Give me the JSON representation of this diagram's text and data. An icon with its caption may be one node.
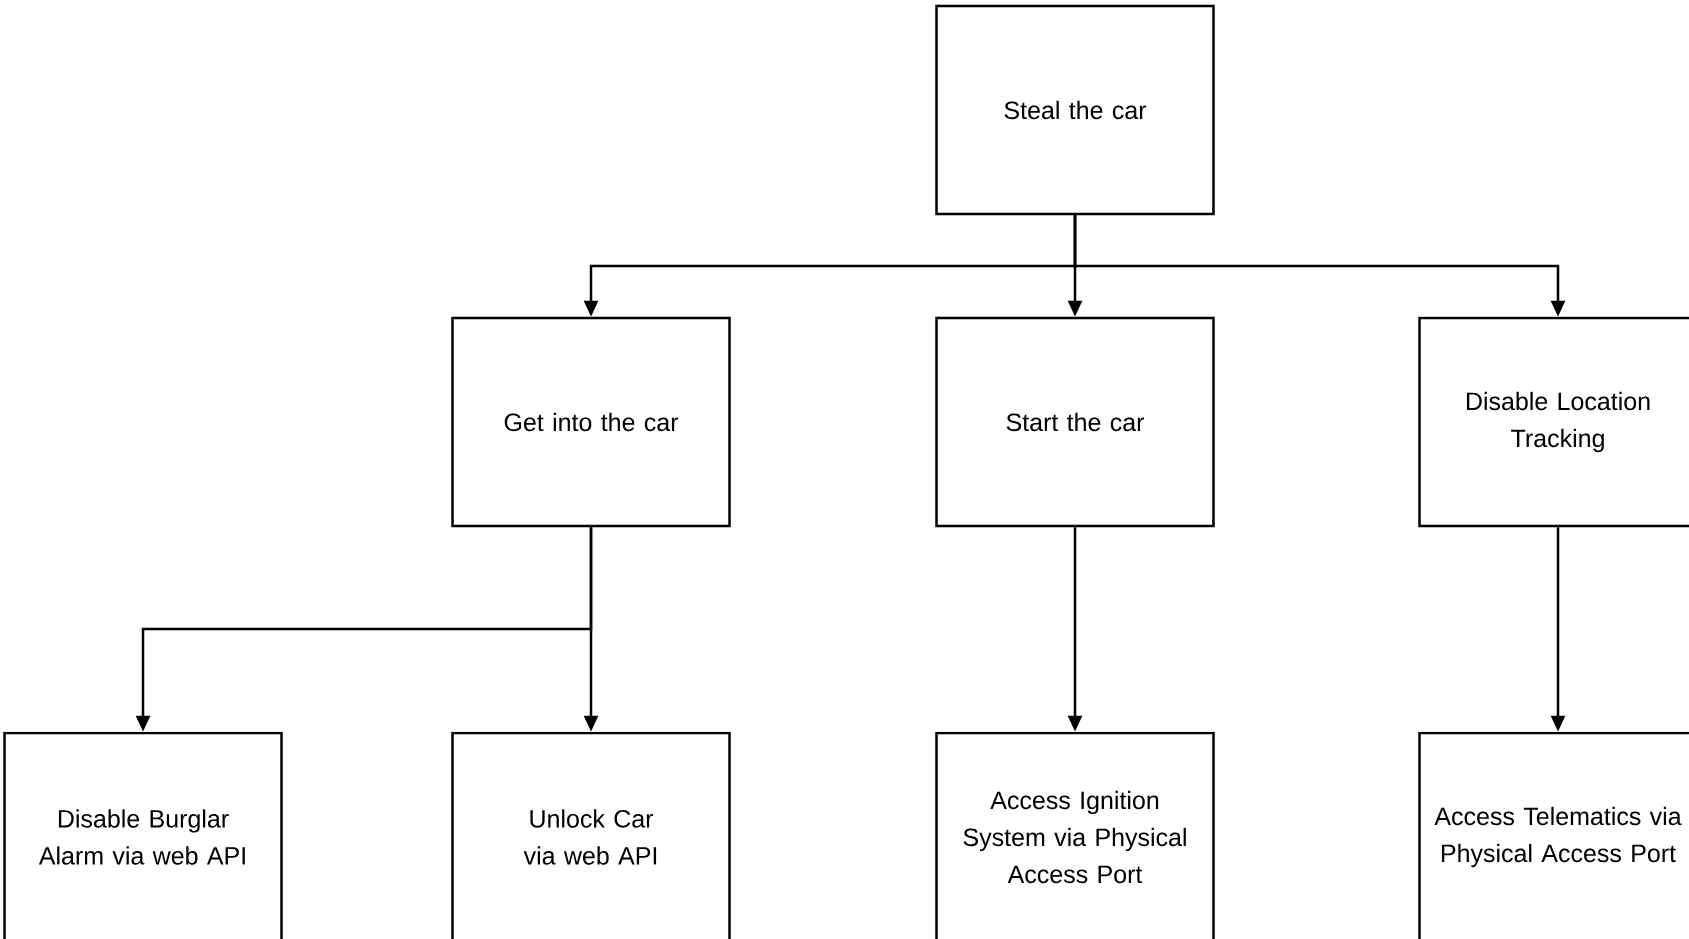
{
  "diagram": {
    "nodes": [
      {
        "text": [
          "Steal the car"
        ]
      },
      {
        "text": [
          "Get into the car"
        ]
      },
      {
        "text": [
          "Start the car"
        ]
      },
      {
        "text": [
          "Disable Location Tracking"
        ]
      },
      {
        "text": [
          "Disable Burglar Alarm via web API"
        ]
      },
      {
        "text": [
          "Unlock Car via web API"
        ]
      },
      {
        "text": [
          "Access Ignition System via Physical Access Port"
        ]
      },
      {
        "text": [
          "Access Telematics via Physical Access Port"
        ]
      }
    ],
    "edges": [
      {
        "from": 0,
        "to": 1,
        "arrow": "to"
      },
      {
        "from": 0,
        "to": 2,
        "arrow": "to"
      },
      {
        "from": 0,
        "to": 3,
        "arrow": "to"
      },
      {
        "from": 1,
        "to": 4,
        "arrow": "to"
      },
      {
        "from": 1,
        "to": 5,
        "arrow": "to"
      },
      {
        "from": 2,
        "to": 6,
        "arrow": "to"
      },
      {
        "from": 3,
        "to": 7,
        "arrow": "to"
      }
    ]
  }
}
